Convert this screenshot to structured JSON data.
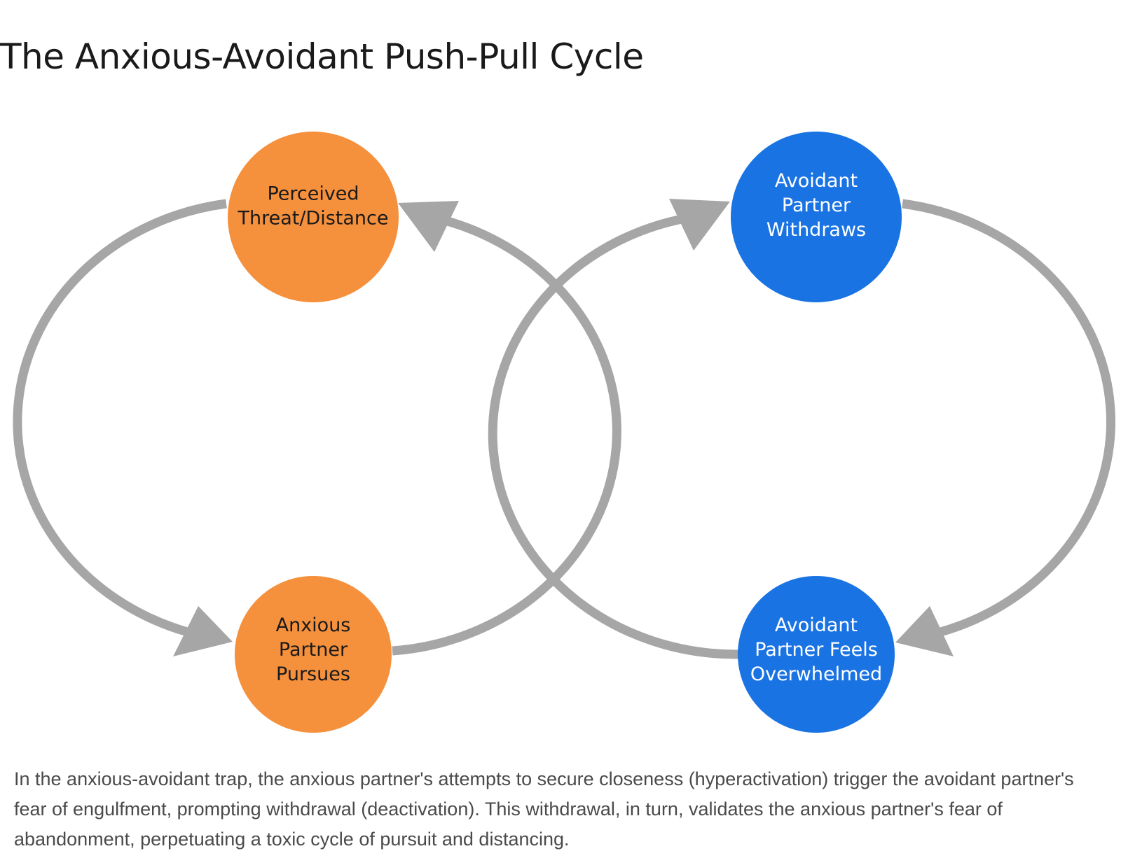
{
  "title": "The Anxious-Avoidant Push-Pull Cycle",
  "colors": {
    "anxious": "#f5903d",
    "avoidant": "#1a73e3",
    "arrow": "#a6a6a6",
    "anxious_text": "#1a1a1a",
    "avoidant_text": "#ffffff"
  },
  "nodes": {
    "perceived_threat": {
      "lines": [
        "Perceived",
        "Threat/Distance"
      ]
    },
    "anxious_pursues": {
      "lines": [
        "Anxious",
        "Partner",
        "Pursues"
      ]
    },
    "avoidant_withdraws": {
      "lines": [
        "Avoidant",
        "Partner",
        "Withdraws"
      ]
    },
    "avoidant_overwhelmed": {
      "lines": [
        "Avoidant",
        "Partner Feels",
        "Overwhelmed"
      ]
    }
  },
  "caption": "In the anxious-avoidant trap, the anxious partner's attempts to secure closeness (hyperactivation) trigger the avoidant partner's fear of engulfment, prompting withdrawal (deactivation). This withdrawal, in turn, validates the anxious partner's fear of abandonment, perpetuating a toxic cycle of pursuit and distancing."
}
